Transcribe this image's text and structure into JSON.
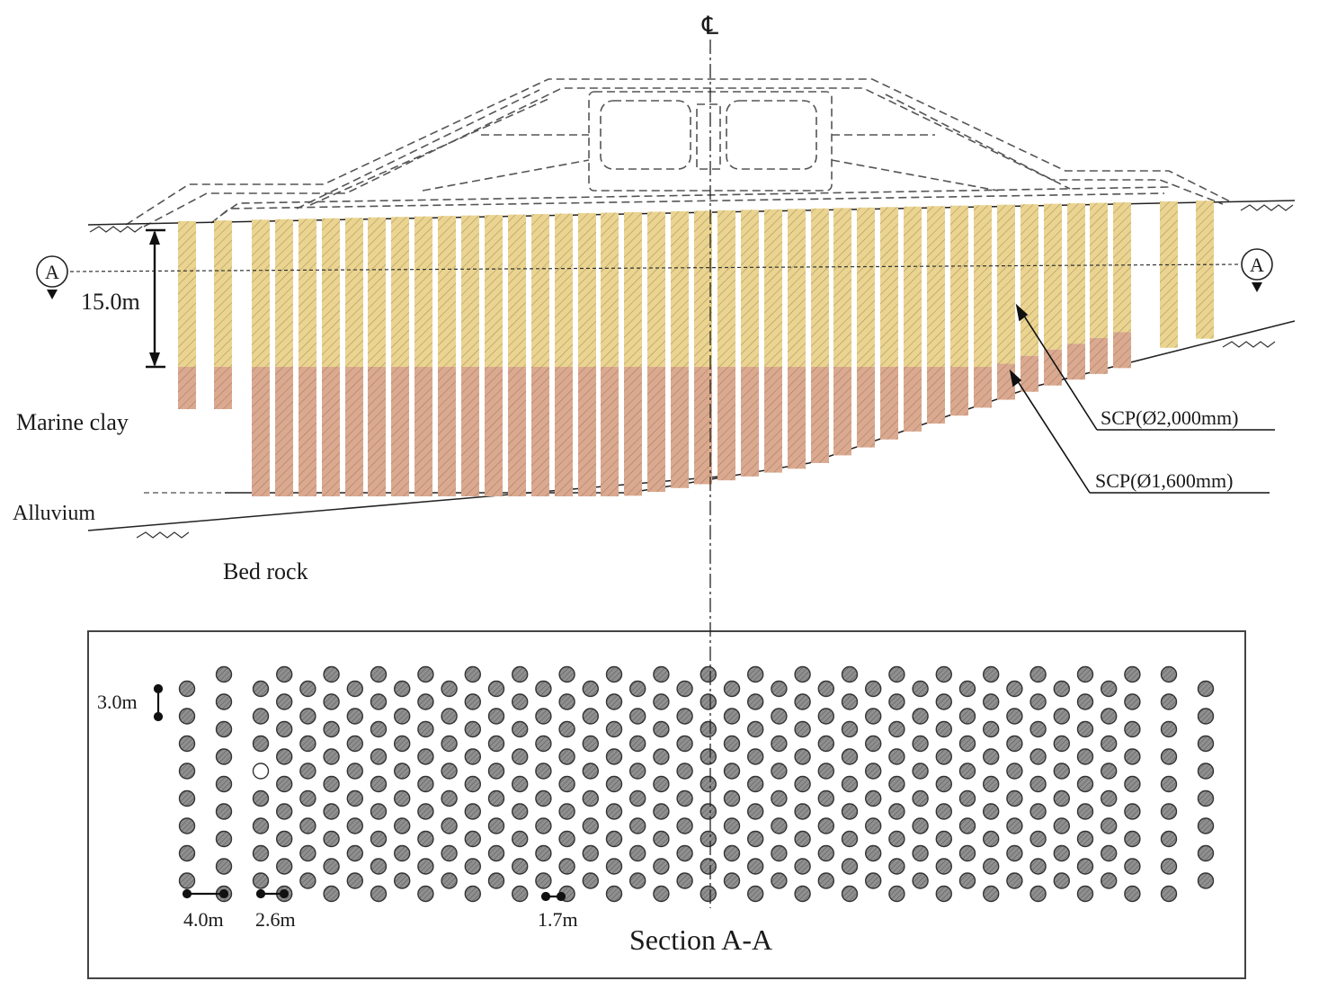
{
  "labels": {
    "centerline": "℄",
    "section_marker_left": "A",
    "section_marker_right": "A",
    "depth_dim": "15.0m",
    "marine_clay": "Marine clay",
    "alluvium": "Alluvium",
    "bed_rock": "Bed rock",
    "scp_large": "SCP(Ø2,000mm)",
    "scp_small": "SCP(Ø1,600mm)",
    "spacing_vertical": "3.0m",
    "spacing_a": "4.0m",
    "spacing_b": "2.6m",
    "spacing_c": "1.7m",
    "section_title": "Section A-A"
  },
  "colors": {
    "upper_pile": "#ead48f",
    "lower_pile": "#dba98f",
    "line": "#222222",
    "dash": "#555555",
    "circle_fill": "#8f8f8f",
    "circle_stroke": "#333333"
  }
}
